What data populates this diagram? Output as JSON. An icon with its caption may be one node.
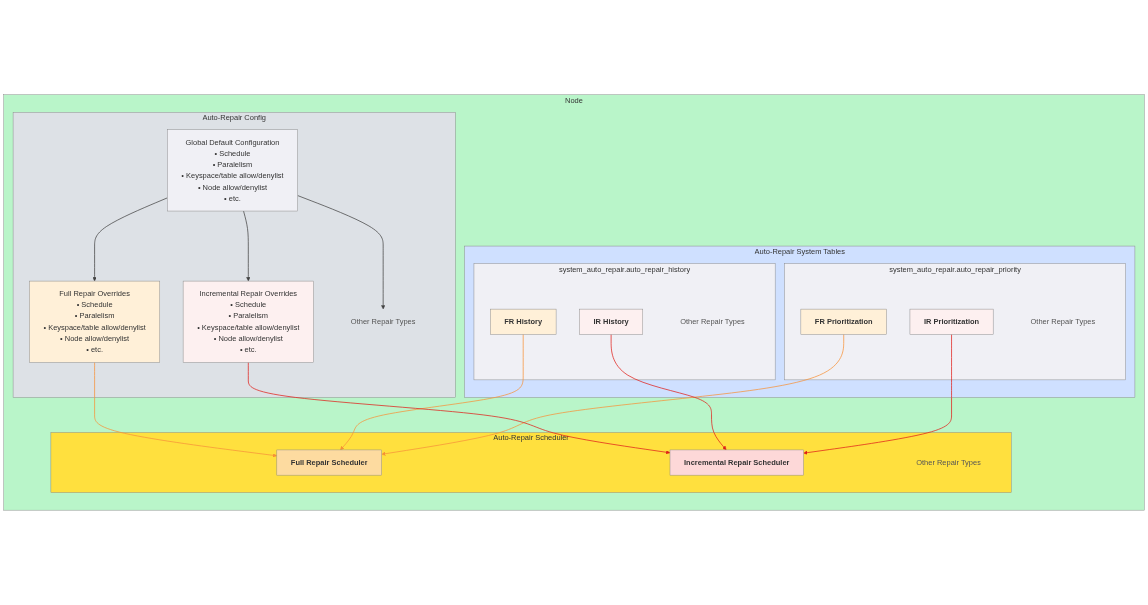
{
  "diagram": {
    "nodes": [
      {
        "text": [
          "Node"
        ]
      },
      {
        "text": [
          "Auto-Repair Config"
        ],
        "in": 0
      },
      {
        "text": [
          "Global Default Configuration",
          "• Schedule",
          "• Paralelism",
          "• Keyspace/table allow/denylist",
          "• Node allow/denylist",
          "• etc."
        ],
        "in": 1
      },
      {
        "text": [
          "Full Repair Overrides",
          "• Schedule",
          "• Paralelism",
          "• Keyspace/table allow/denylist",
          "• Node allow/denylist",
          "• etc."
        ],
        "in": 1
      },
      {
        "text": [
          "Incremental Repair Overrides",
          "• Schedule",
          "• Paralelism",
          "• Keyspace/table allow/denylist",
          "• Node allow/denylist",
          "• etc."
        ],
        "in": 1
      },
      {
        "text": [
          "Other Repair Types"
        ],
        "in": 1
      },
      {
        "text": [
          "Auto-Repair System Tables"
        ],
        "in": 0
      },
      {
        "text": [
          "system_auto_repair.auto_repair_history"
        ],
        "in": 6
      },
      {
        "text": [
          "FR History"
        ],
        "in": 7
      },
      {
        "text": [
          "IR History"
        ],
        "in": 7
      },
      {
        "text": [
          "Other Repair Types"
        ],
        "in": 7
      },
      {
        "text": [
          "system_auto_repair.auto_repair_priority"
        ],
        "in": 6
      },
      {
        "text": [
          "FR Prioritization"
        ],
        "in": 11
      },
      {
        "text": [
          "IR Prioritization"
        ],
        "in": 11
      },
      {
        "text": [
          "Other Repair Types"
        ],
        "in": 11
      },
      {
        "text": [
          "Auto-Repair Scheduler"
        ],
        "in": 0
      },
      {
        "text": [
          "Full Repair Scheduler"
        ],
        "in": 15
      },
      {
        "text": [
          "Incremental Repair Scheduler"
        ],
        "in": 15
      },
      {
        "text": [
          "Other Repair Types"
        ],
        "in": 15
      }
    ],
    "edges": [
      {
        "from": 2,
        "to": 3,
        "arrow": "to"
      },
      {
        "from": 2,
        "to": 4,
        "arrow": "to"
      },
      {
        "from": 2,
        "to": 5,
        "arrow": "to"
      },
      {
        "from": 3,
        "to": 16,
        "arrow": "to",
        "color": "#f7923a"
      },
      {
        "from": 8,
        "to": 16,
        "arrow": "to",
        "color": "#f7923a"
      },
      {
        "from": 12,
        "to": 16,
        "arrow": "to",
        "color": "#f7923a"
      },
      {
        "from": 4,
        "to": 17,
        "arrow": "to",
        "color": "#e0201b"
      },
      {
        "from": 9,
        "to": 17,
        "arrow": "to",
        "color": "#e0201b"
      },
      {
        "from": 13,
        "to": 17,
        "arrow": "to",
        "color": "#e0201b"
      }
    ]
  }
}
